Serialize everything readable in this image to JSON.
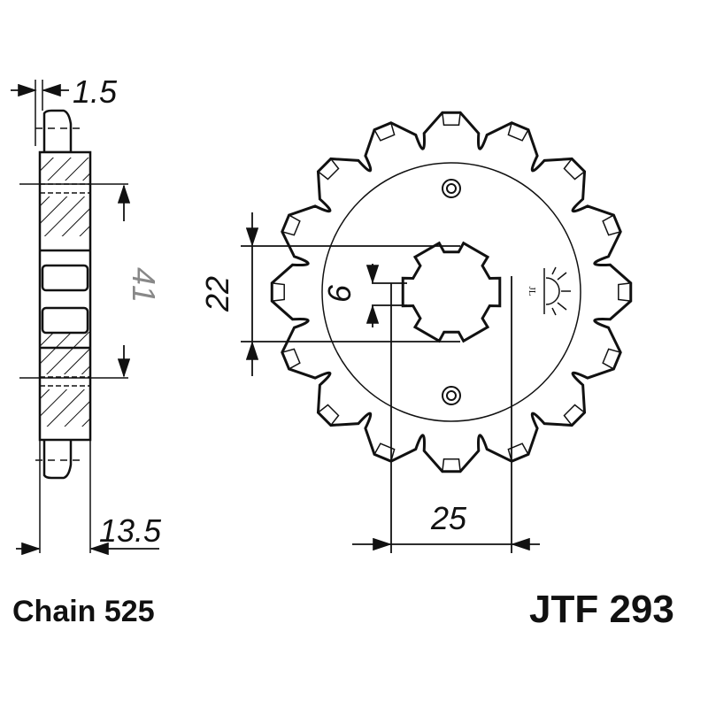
{
  "dimensions": {
    "offset": "1.5",
    "bolt_spacing": "41",
    "width": "13.5",
    "spline_diameter": "22",
    "spline_width": "6",
    "spline_span": "25"
  },
  "chain_label": "Chain 525",
  "part_number": "JTF 293",
  "logo_text": "JL",
  "sprocket": {
    "teeth": 16
  },
  "colors": {
    "ink": "#111111",
    "background": "#ffffff"
  }
}
